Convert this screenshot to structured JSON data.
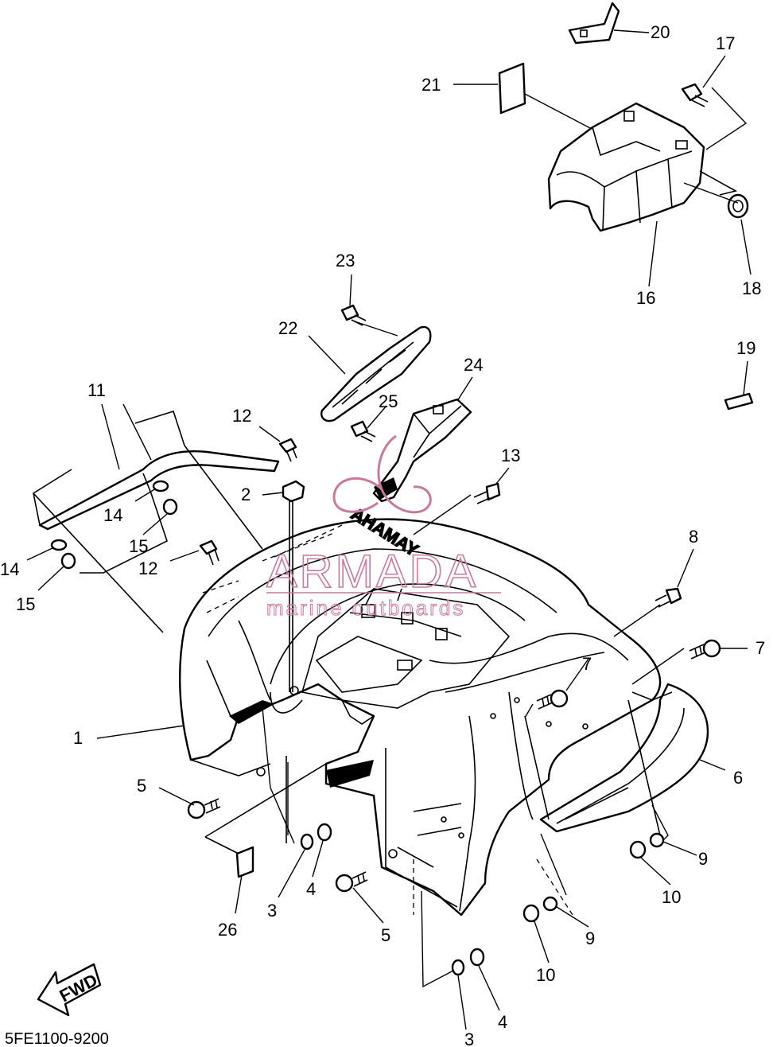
{
  "diagram": {
    "part_code": "5FE1100-9200",
    "direction_label": "FWD",
    "fender_lettering": "YAMAHA",
    "callouts": [
      "1",
      "2",
      "3",
      "3",
      "4",
      "4",
      "5",
      "5",
      "6",
      "7",
      "7",
      "8",
      "9",
      "9",
      "10",
      "10",
      "11",
      "12",
      "12",
      "13",
      "14",
      "14",
      "15",
      "15",
      "16",
      "17",
      "18",
      "19",
      "20",
      "21",
      "22",
      "23",
      "24",
      "25",
      "26"
    ]
  },
  "watermark": {
    "brand": "ARMADA",
    "tagline": "marine outboards"
  },
  "colors": {
    "line": "#000000",
    "background": "#ffffff",
    "watermark": "#c77a9e"
  }
}
